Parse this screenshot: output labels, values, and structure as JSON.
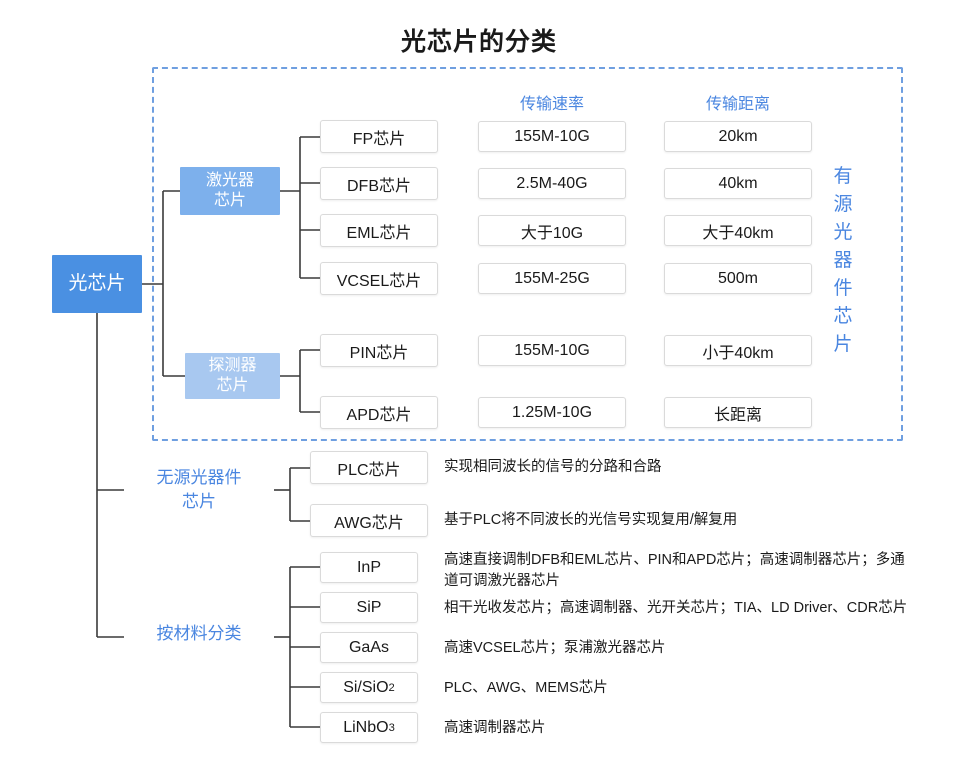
{
  "title": "光芯片的分类",
  "colors": {
    "root_box": "#4a90e2",
    "laser_box": "#7db0ec",
    "detector_box": "#a8c8f0",
    "accent_blue": "#4a86e0",
    "dashed_border": "#6f9fe0",
    "box_border": "#dadada"
  },
  "columns": {
    "rate_header": "传输速率",
    "distance_header": "传输距离"
  },
  "side_label": {
    "text": "有源光器件芯片",
    "chars": [
      "有",
      "源",
      "光",
      "器",
      "件",
      "芯",
      "片"
    ]
  },
  "nodes": {
    "root": "光芯片",
    "laser": "激光器\n芯片",
    "laser_line1": "激光器",
    "laser_line2": "芯片",
    "detector": "探测器\n芯片",
    "detector_line1": "探测器",
    "detector_line2": "芯片",
    "passive_line1": "无源光器件",
    "passive_line2": "芯片",
    "material": "按材料分类"
  },
  "active_rows": [
    {
      "name": "FP芯片",
      "rate": "155M-10G",
      "distance": "20km"
    },
    {
      "name": "DFB芯片",
      "rate": "2.5M-40G",
      "distance": "40km"
    },
    {
      "name": "EML芯片",
      "rate": "大于10G",
      "distance": "大于40km"
    },
    {
      "name": "VCSEL芯片",
      "rate": "155M-25G",
      "distance": "500m"
    },
    {
      "name": "PIN芯片",
      "rate": "155M-10G",
      "distance": "小于40km"
    },
    {
      "name": "APD芯片",
      "rate": "1.25M-10G",
      "distance": "长距离"
    }
  ],
  "passive_rows": [
    {
      "name": "PLC芯片",
      "desc": "实现相同波长的信号的分路和合路"
    },
    {
      "name": "AWG芯片",
      "desc": "基于PLC将不同波长的光信号实现复用/解复用"
    }
  ],
  "material_rows": [
    {
      "name": "InP",
      "name_sub": "",
      "desc": "高速直接调制DFB和EML芯片、PIN和APD芯片；高速调制器芯片；多通\n道可调激光器芯片"
    },
    {
      "name": "SiP",
      "name_sub": "",
      "desc": "相干光收发芯片；高速调制器、光开关芯片；TIA、LD Driver、CDR芯片"
    },
    {
      "name": "GaAs",
      "name_sub": "",
      "desc": "高速VCSEL芯片；泵浦激光器芯片"
    },
    {
      "name": "Si/SiO",
      "name_sub": "2",
      "desc": "PLC、AWG、MEMS芯片"
    },
    {
      "name": "LiNbO",
      "name_sub": "3",
      "desc": "高速调制器芯片"
    }
  ]
}
